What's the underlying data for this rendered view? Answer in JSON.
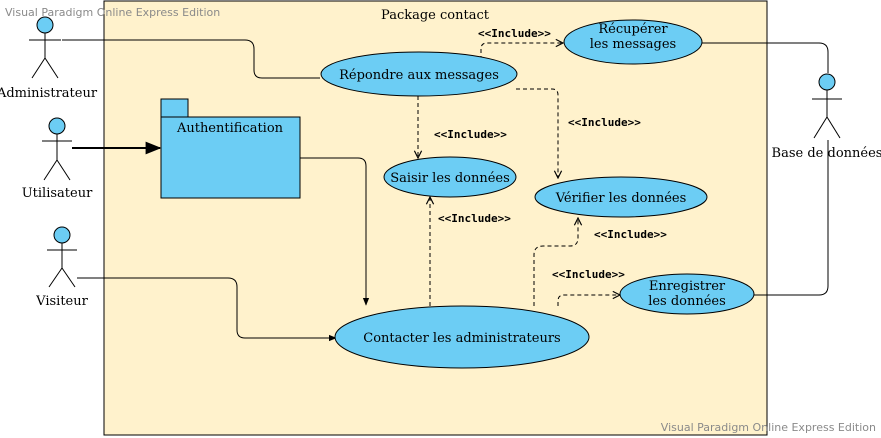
{
  "watermark": {
    "top": "Visual Paradigm Online Express Edition",
    "bottom": "Visual Paradigm Online Express Edition"
  },
  "package": {
    "title": "Package contact"
  },
  "sub_package": {
    "label": "Authentification"
  },
  "actors": {
    "administrateur": "Administrateur",
    "utilisateur": "Utilisateur",
    "visiteur": "Visiteur",
    "base": "Base de données"
  },
  "use_cases": {
    "repondre": "Répondre aux messages",
    "recuperer_line1": "Récupérer",
    "recuperer_line2": "les messages",
    "saisir": "Saisir les données",
    "verifier": "Vérifier les données",
    "enregistrer_line1": "Enregistrer",
    "enregistrer_line2": "les données",
    "contacter": "Contacter les administrateurs"
  },
  "relations": {
    "include_1": "<<Include>>",
    "include_2": "<<Include>>",
    "include_3": "<<Include>>",
    "include_4": "<<Include>>",
    "include_5": "<<Include>>",
    "include_6": "<<Include>>"
  },
  "colors": {
    "package_fill": "#fff2cc",
    "element_fill": "#6ccdf4",
    "stroke": "#000000"
  }
}
